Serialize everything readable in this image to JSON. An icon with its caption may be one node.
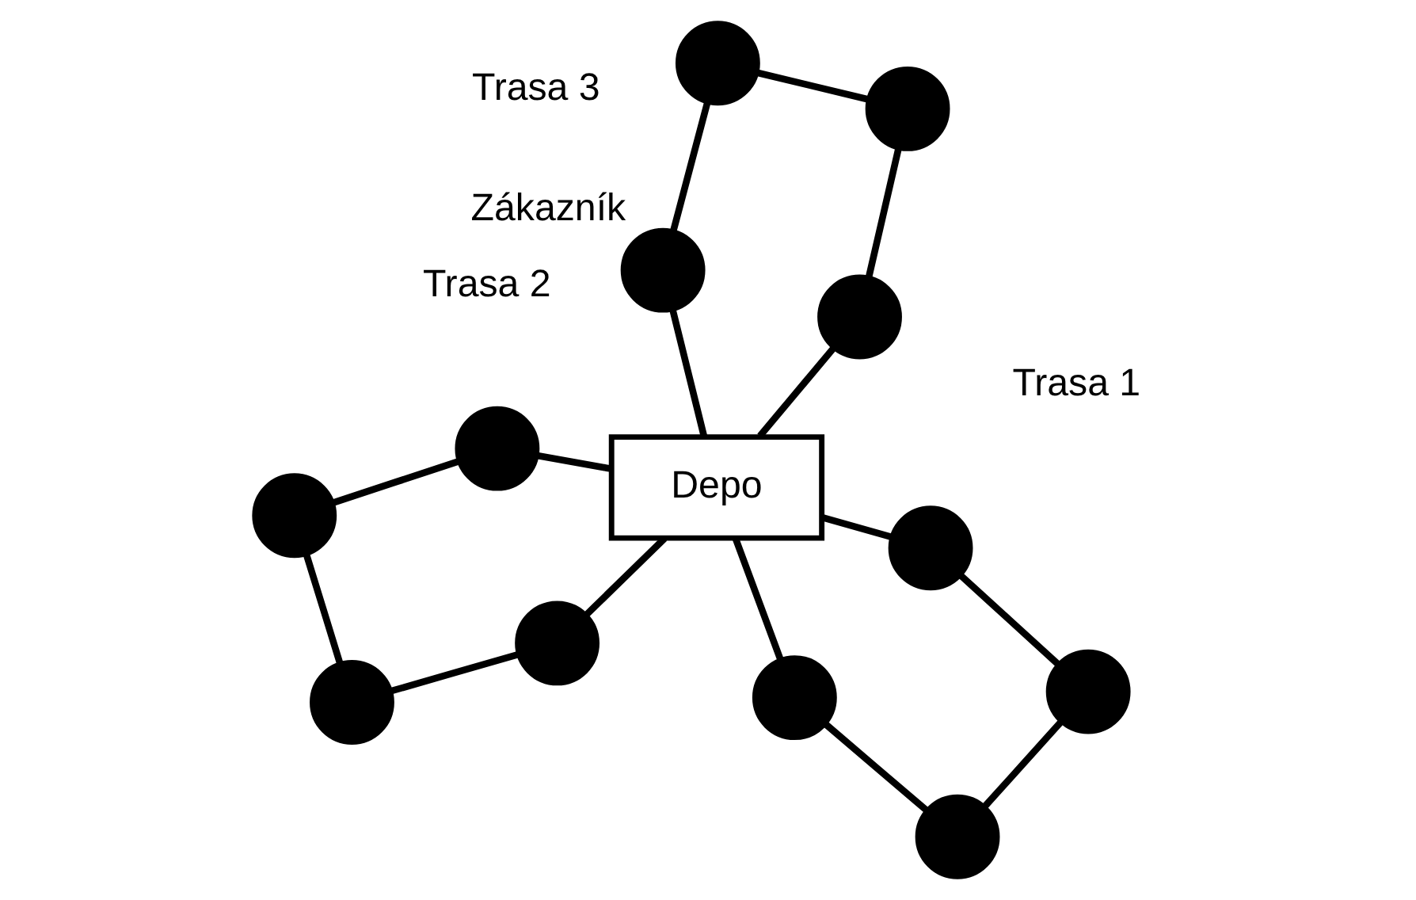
{
  "diagram": {
    "nodes": [
      {
        "text": [],
        "shape": "circle"
      },
      {
        "text": [],
        "shape": "circle"
      },
      {
        "text": [],
        "shape": "circle"
      },
      {
        "text": [],
        "shape": "circle"
      },
      {
        "text": [],
        "shape": "circle",
        "beside": [
          "Zákazník"
        ]
      },
      {
        "text": [],
        "shape": "circle"
      },
      {
        "text": [
          "Depo"
        ]
      },
      {
        "text": [],
        "shape": "circle"
      },
      {
        "text": [],
        "shape": "circle"
      },
      {
        "text": [],
        "shape": "circle"
      },
      {
        "text": [],
        "shape": "circle"
      },
      {
        "text": [],
        "shape": "circle"
      },
      {
        "text": [],
        "shape": "circle"
      }
    ],
    "edges": [
      {
        "from": 6,
        "to": 1,
        "arrow": "none"
      },
      {
        "from": 1,
        "to": 0,
        "arrow": "none"
      },
      {
        "from": 0,
        "to": 2,
        "arrow": "none"
      },
      {
        "from": 2,
        "to": 5,
        "arrow": "none"
      },
      {
        "from": 5,
        "to": 6,
        "arrow": "none"
      },
      {
        "from": 6,
        "to": 4,
        "arrow": "none"
      },
      {
        "from": 4,
        "to": 3,
        "arrow": "none"
      },
      {
        "from": 3,
        "to": 7,
        "arrow": "none"
      },
      {
        "from": 7,
        "to": 8,
        "arrow": "none"
      },
      {
        "from": 8,
        "to": 6,
        "arrow": "none"
      },
      {
        "from": 6,
        "to": 9,
        "arrow": "none"
      },
      {
        "from": 9,
        "to": 11,
        "arrow": "none"
      },
      {
        "from": 11,
        "to": 12,
        "arrow": "none"
      },
      {
        "from": 12,
        "to": 10,
        "arrow": "none"
      },
      {
        "from": 10,
        "to": 6,
        "arrow": "none"
      }
    ],
    "labels": [
      "Trasa 1",
      "Trasa 3",
      "Trasa 2"
    ]
  }
}
